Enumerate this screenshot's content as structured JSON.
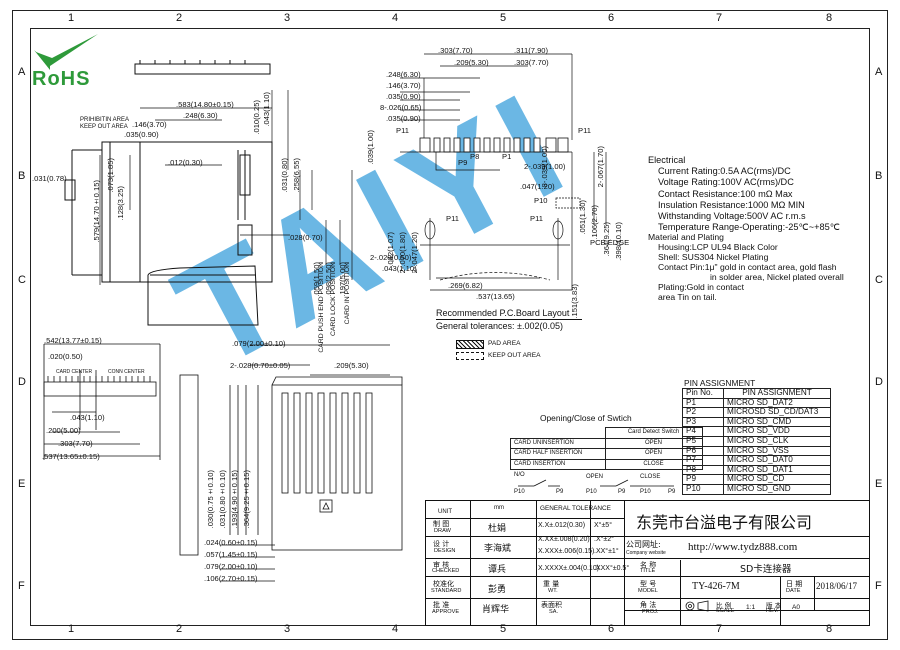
{
  "border": {
    "columns": [
      "1",
      "2",
      "3",
      "4",
      "5",
      "6",
      "7",
      "8"
    ],
    "rows": [
      "A",
      "B",
      "C",
      "D",
      "E",
      "F"
    ]
  },
  "logo": {
    "text": "RoHS"
  },
  "watermark": {
    "text": "TAIYI"
  },
  "side_view": {
    "dims": [
      ".583(14.80±0.15)",
      ".248(6.30)",
      ".146(3.70)",
      ".035(0.90)",
      ".012(0.30)",
      ".010(0.25)",
      ".043(1.10)",
      ".031(0.80)",
      ".258(6.55)",
      ".028(0.70)",
      ".059(1.50)",
      ".098(2.50)",
      ".197(5.00)",
      ".073(1.85)",
      ".128(3.25)",
      ".579(14.70±0.15)",
      ".031(0.78)"
    ],
    "labels": [
      "PRIHIBITIN AREA",
      "KEEP OUT AREA",
      "CARD PUSH END POSITION",
      "CARD LOCK POSITION",
      "CARD IN POSITION"
    ]
  },
  "pcb_layout": {
    "dims": [
      ".303(7.70)",
      ".311(7.90)",
      ".209(5.30)",
      ".303(7.70)",
      ".248(6.30)",
      ".146(3.70)",
      ".035(0.90)",
      "8-.026(0.65)",
      ".035(0.90)",
      ".039(1.00)",
      "8-.039(1.00)",
      "2-.067(1.70)",
      "2-.039(1.00)",
      ".047(1.20)",
      ".051(1.30)",
      ".106(2.70)",
      ".364(9.25)",
      ".398(10.10)",
      ".042(1.07)",
      "2-.070(1.80)",
      "2-.047(1.20)",
      "2-.020(0.50)",
      ".043(1.10)",
      ".269(6.82)",
      ".537(13.65)",
      ".151(3.83)"
    ],
    "labels": [
      "P11",
      "P9",
      "P8",
      "P1",
      "P10",
      "P11",
      "P11",
      "P11",
      "PCB EDGE"
    ],
    "title": "Recommended P.C.Board Layout",
    "tolerance": "General tolerances: ±.002(0.05)",
    "legend": [
      "PAD AREA",
      "KEEP OUT AREA"
    ]
  },
  "specs": {
    "electrical_title": "Electrical",
    "electrical": [
      "Current Rating:0.5A AC(rms)/DC",
      "Voltage Rating:100V AC(rms)/DC",
      "Contact Resistance:100 mΩ Max",
      "Insulation Resistance:1000 MΩ MIN",
      "Withstanding Voltage:500V AC r.m.s",
      "Temperature Range-Operating:-25℃~+85℃"
    ],
    "material_title": "Material and Plating",
    "material": [
      "Housing:LCP UL94 Black Color",
      "Shell: SUS304 Nickel Plating",
      "Contact Pin:1μ\" gold in contact area, gold flash",
      "in solder area, Nickel plated overall",
      "Plating:Gold in contact",
      "area Tin on tail."
    ]
  },
  "front_view": {
    "dims": [
      ".542(13.77±0.15)",
      ".020(0.50)",
      ".043(1.10)",
      ".200(5.00)",
      ".303(7.70)",
      ".537(13.65±0.15)"
    ],
    "labels": [
      "CARD CENTER",
      "CONN CENTER"
    ]
  },
  "top_view": {
    "dims": [
      ".079(2.00±0.10)",
      "2-.028(0.70±0.05)",
      ".209(5.30)",
      ".030(0.75±0.10)",
      ".031(0.80±0.10)",
      ".193(4.90±0.15)",
      ".364(9.25±0.15)",
      ".024(0.60±0.15)",
      ".057(1.45±0.15)",
      ".079(2.00±0.10)",
      ".106(2.70±0.15)"
    ]
  },
  "switch": {
    "title": "Opening/Close of Swtich",
    "header": "Card Detect Switch",
    "rows": [
      [
        "CARD UNINSERTION",
        "OPEN"
      ],
      [
        "CARD HALF INSERTION",
        "OPEN"
      ],
      [
        "CARD INSERTION",
        "CLOSE"
      ]
    ],
    "labels": [
      "N/O",
      "OPEN",
      "CLOSE",
      "P10",
      "P9",
      "P10",
      "P9",
      "P10",
      "P9"
    ]
  },
  "pin_assignment": {
    "title": "PIN ASSIGNMENT",
    "header": [
      "Pin No.",
      "PIN ASSIGNMENT"
    ],
    "rows": [
      [
        "P1",
        "MICRO SD_DAT2"
      ],
      [
        "P2",
        "MICROSD SD_CD/DAT3"
      ],
      [
        "P3",
        "MICRO SD_CMD"
      ],
      [
        "P4",
        "MICRO SD_VDD"
      ],
      [
        "P5",
        "MICRO SD_CLK"
      ],
      [
        "P6",
        "MICRO SD_VSS"
      ],
      [
        "P7",
        "MICRO SD_DAT0"
      ],
      [
        "P8",
        "MICRO SD_DAT1"
      ],
      [
        "P9",
        "MICRO SD_CD"
      ],
      [
        "P10",
        "MICRO SD_GND"
      ]
    ]
  },
  "title_block": {
    "unit": "UNIT",
    "mm": "mm",
    "general_tolerance": "GENERAL TOLERANCE",
    "company": "东莞市台溢电子有限公司",
    "website_label": "公司网址:",
    "website_label_en": "Company website",
    "website": "http://www.tydz888.com",
    "rows": [
      {
        "role_cn": "制 图",
        "role_en": "DRAW",
        "name": "杜娟"
      },
      {
        "role_cn": "设 计",
        "role_en": "DESIGN",
        "name": "李海斌"
      },
      {
        "role_cn": "审 核",
        "role_en": "CHECKED",
        "name": "谭兵"
      },
      {
        "role_cn": "校准化",
        "role_en": "STANDARD",
        "name": "彭勇"
      },
      {
        "role_cn": "批 准",
        "role_en": "APPROVE",
        "name": "肖辉华"
      }
    ],
    "tolerances": [
      [
        "X.X±.012(0.30)",
        "X°±5°"
      ],
      [
        "X.XX±.008(0.20)",
        ".X°±2°"
      ],
      [
        "X.XXX±.006(0.15)",
        ".XX°±1°"
      ],
      [
        "X.XXXX±.004(0.10)",
        ".XXX°±0.5°"
      ]
    ],
    "name_cn": "名 称",
    "name_en": "TITLE",
    "title_value": "SD卡连接器",
    "weight_cn": "重 量",
    "weight_en": "WT.",
    "model_cn": "型 号",
    "model_en": "MODEL",
    "model_value": "TY-426-7M",
    "date_cn": "日 期",
    "date_en": "DATE",
    "date_value": "2018/06/17",
    "surface_cn": "表面积",
    "surface_en": "SA.",
    "proj_cn": "角 法",
    "proj_en": "PROJ.",
    "scale_cn": "比 例",
    "scale_en": "SCALE",
    "scale_value": "1:1",
    "rev_cn": "版 本",
    "rev_en": "REV.",
    "rev_value": "A0"
  }
}
